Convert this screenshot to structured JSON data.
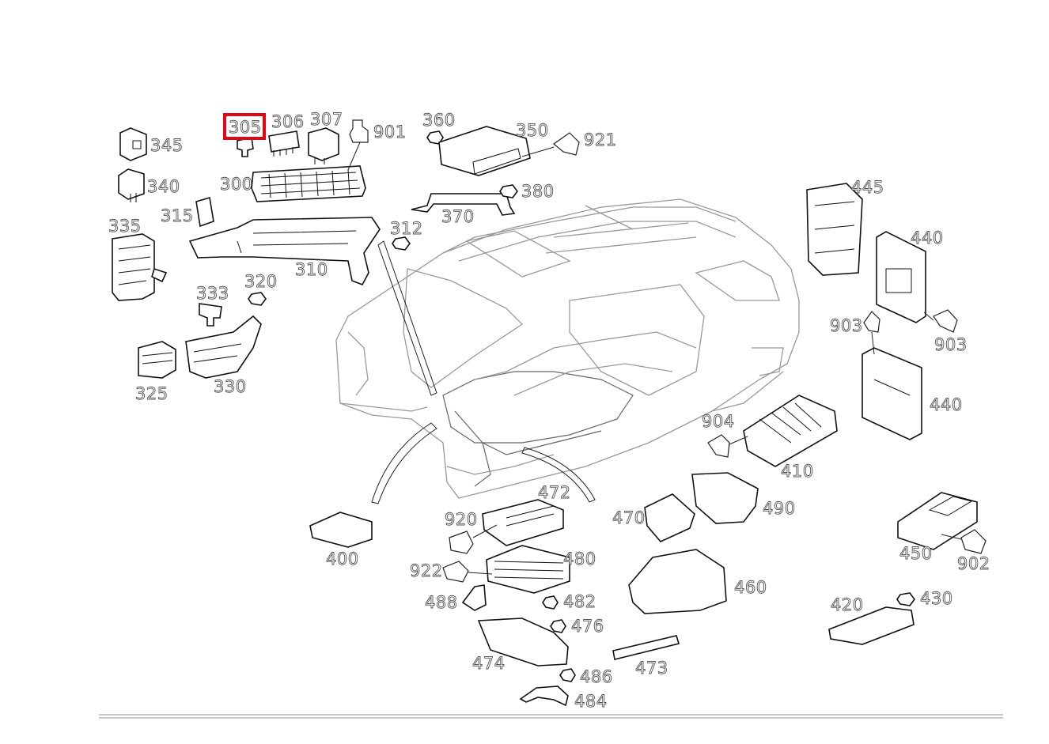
{
  "diagram": {
    "highlighted_part": "305",
    "callouts": [
      {
        "id": "305",
        "label": "305",
        "highlighted": true
      },
      {
        "id": "306",
        "label": "306"
      },
      {
        "id": "307",
        "label": "307"
      },
      {
        "id": "901",
        "label": "901"
      },
      {
        "id": "360",
        "label": "360"
      },
      {
        "id": "350",
        "label": "350"
      },
      {
        "id": "921",
        "label": "921"
      },
      {
        "id": "345",
        "label": "345"
      },
      {
        "id": "340",
        "label": "340"
      },
      {
        "id": "300",
        "label": "300"
      },
      {
        "id": "315",
        "label": "315"
      },
      {
        "id": "335",
        "label": "335"
      },
      {
        "id": "310",
        "label": "310"
      },
      {
        "id": "312",
        "label": "312"
      },
      {
        "id": "370",
        "label": "370"
      },
      {
        "id": "380",
        "label": "380"
      },
      {
        "id": "320",
        "label": "320"
      },
      {
        "id": "333",
        "label": "333"
      },
      {
        "id": "325",
        "label": "325"
      },
      {
        "id": "330",
        "label": "330"
      },
      {
        "id": "445",
        "label": "445"
      },
      {
        "id": "440a",
        "label": "440"
      },
      {
        "id": "903a",
        "label": "903"
      },
      {
        "id": "903b",
        "label": "903"
      },
      {
        "id": "440b",
        "label": "440"
      },
      {
        "id": "904",
        "label": "904"
      },
      {
        "id": "410",
        "label": "410"
      },
      {
        "id": "472",
        "label": "472"
      },
      {
        "id": "920",
        "label": "920"
      },
      {
        "id": "470",
        "label": "470"
      },
      {
        "id": "490",
        "label": "490"
      },
      {
        "id": "400",
        "label": "400"
      },
      {
        "id": "922",
        "label": "922"
      },
      {
        "id": "480",
        "label": "480"
      },
      {
        "id": "488",
        "label": "488"
      },
      {
        "id": "482",
        "label": "482"
      },
      {
        "id": "460",
        "label": "460"
      },
      {
        "id": "476",
        "label": "476"
      },
      {
        "id": "474",
        "label": "474"
      },
      {
        "id": "486",
        "label": "486"
      },
      {
        "id": "473",
        "label": "473"
      },
      {
        "id": "484",
        "label": "484"
      },
      {
        "id": "450",
        "label": "450"
      },
      {
        "id": "902",
        "label": "902"
      },
      {
        "id": "420",
        "label": "420"
      },
      {
        "id": "430",
        "label": "430"
      }
    ],
    "colors": {
      "highlight": "#e30613",
      "line": "#111111",
      "car_body": "#999999"
    }
  }
}
